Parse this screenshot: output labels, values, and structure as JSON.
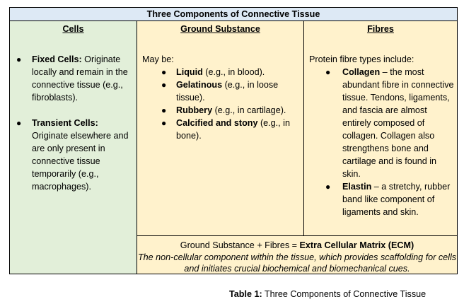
{
  "table": {
    "title": "Three Components of Connective Tissue",
    "cells": {
      "header": "Cells",
      "items": [
        {
          "term": "Fixed Cells:",
          "text": " Originate locally and remain in the connective tissue (e.g., fibroblasts)."
        },
        {
          "term": "Transient Cells:",
          "text": " Originate elsewhere and are only present in connective tissue temporarily (e.g., macrophages)."
        }
      ]
    },
    "ground": {
      "header": "Ground Substance",
      "intro": "May be:",
      "items": [
        {
          "term": "Liquid",
          "text": " (e.g., in blood)."
        },
        {
          "term": "Gelatinous",
          "text": " (e.g., in loose tissue)."
        },
        {
          "term": "Rubbery",
          "text": " (e.g., in cartilage)."
        },
        {
          "term": "Calcified and stony",
          "text": " (e.g., in bone)."
        }
      ]
    },
    "fibres": {
      "header": "Fibres",
      "intro": "Protein fibre types include:",
      "items": [
        {
          "term": "Collagen",
          "text": " – the most abundant fibre in connective tissue. Tendons, ligaments, and fascia are almost entirely composed of collagen. Collagen also strengthens bone and cartilage and is found in skin."
        },
        {
          "term": "Elastin",
          "text": " – a stretchy, rubber band like component of ligaments and skin."
        }
      ]
    },
    "ecm": {
      "equation_prefix": "Ground Substance + Fibres = ",
      "equation_result": "Extra Cellular Matrix (ECM)",
      "description": "The non-cellular component within the tissue, which provides scaffolding for cells and initiates crucial biochemical and biomechanical cues."
    }
  },
  "caption": {
    "label": "Table 1:",
    "text": " Three Components of Connective Tissue"
  },
  "bullet_glyph": "●",
  "colors": {
    "title_bg": "#dde9f5",
    "cells_bg": "#e2efd9",
    "ground_bg": "#fff2cc"
  }
}
